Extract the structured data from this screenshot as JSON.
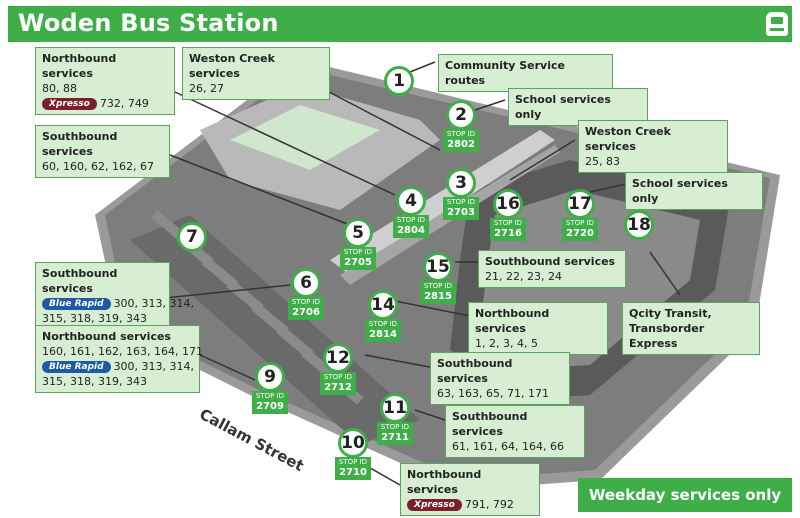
{
  "header": {
    "title": "Woden Bus Station",
    "icon": "bus-icon"
  },
  "street_name": "Callam Street",
  "footer": {
    "note": "Weekday services only"
  },
  "labels": {
    "northbound_top": {
      "heading": "Northbound services",
      "line1": "80, 88",
      "pill": "Xpresso",
      "line2_rest": "732, 749"
    },
    "weston_creek_1": {
      "heading": "Weston Creek services",
      "line1": "26, 27"
    },
    "community": {
      "heading": "Community Service routes"
    },
    "school_1": {
      "heading": "School services only"
    },
    "southbound_1": {
      "heading": "Southbound services",
      "line1": "60, 160, 62, 162, 67"
    },
    "weston_creek_2": {
      "heading": "Weston Creek services",
      "line1": "25, 83"
    },
    "school_2": {
      "heading": "School services only"
    },
    "southbound_15": {
      "heading": "Southbound services",
      "line1": "21, 22, 23, 24"
    },
    "southbound_6": {
      "heading": "Southbound services",
      "pill": "Blue Rapid",
      "line1_rest": "300, 313, 314,",
      "line2": "315, 318, 319, 343"
    },
    "northbound_14": {
      "heading": "Northbound services",
      "line1": "1, 2, 3, 4, 5"
    },
    "qcity": {
      "line1": "Qcity Transit,",
      "line2": "Transborder Express"
    },
    "northbound_9": {
      "heading": "Northbound services",
      "line1": "160, 161, 162, 163, 164, 171",
      "pill": "Blue Rapid",
      "line2_rest": "300, 313, 314,",
      "line3": "315, 318, 319, 343"
    },
    "southbound_12": {
      "heading": "Southbound services",
      "line1": "63, 163, 65, 71, 171"
    },
    "southbound_11": {
      "heading": "Southbound services",
      "line1": "61, 161, 64, 164, 66"
    },
    "northbound_10": {
      "heading": "Northbound services",
      "pill": "Xpresso",
      "line1_rest": "791, 792"
    }
  },
  "stops": {
    "s1": {
      "number": "1"
    },
    "s2": {
      "number": "2",
      "id_label": "STOP ID",
      "id": "2802"
    },
    "s3": {
      "number": "3",
      "id_label": "STOP ID",
      "id": "2703"
    },
    "s4": {
      "number": "4",
      "id_label": "STOP ID",
      "id": "2804"
    },
    "s5": {
      "number": "5",
      "id_label": "STOP ID",
      "id": "2705"
    },
    "s6": {
      "number": "6",
      "id_label": "STOP ID",
      "id": "2706"
    },
    "s7": {
      "number": "7"
    },
    "s9": {
      "number": "9",
      "id_label": "STOP ID",
      "id": "2709"
    },
    "s10": {
      "number": "10",
      "id_label": "STOP ID",
      "id": "2710"
    },
    "s11": {
      "number": "11",
      "id_label": "STOP ID",
      "id": "2711"
    },
    "s12": {
      "number": "12",
      "id_label": "STOP ID",
      "id": "2712"
    },
    "s14": {
      "number": "14",
      "id_label": "STOP ID",
      "id": "2814"
    },
    "s15": {
      "number": "15",
      "id_label": "STOP ID",
      "id": "2815"
    },
    "s16": {
      "number": "16",
      "id_label": "STOP ID",
      "id": "2716"
    },
    "s17": {
      "number": "17",
      "id_label": "STOP ID",
      "id": "2720"
    },
    "s18": {
      "number": "18"
    }
  },
  "colors": {
    "brand_green": "#3fae49",
    "label_bg": "#d7eed3",
    "xpresso": "#7a1f2b",
    "blue_rapid": "#1d5aa8"
  }
}
